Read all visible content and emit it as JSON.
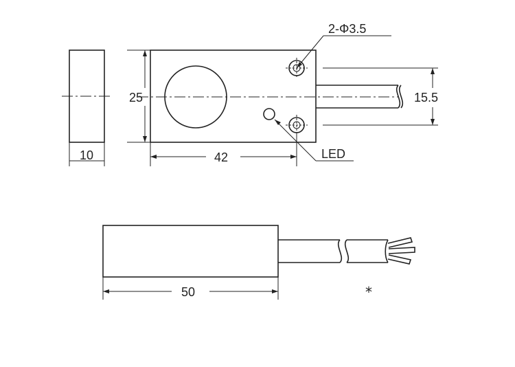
{
  "dimensions": {
    "side_width": "10",
    "height": "25",
    "front_width": "42",
    "hole_spec": "2-Φ3.5",
    "cable_spacing": "15.5",
    "bottom_length": "50"
  },
  "labels": {
    "led": "LED",
    "note_mark": "*"
  }
}
